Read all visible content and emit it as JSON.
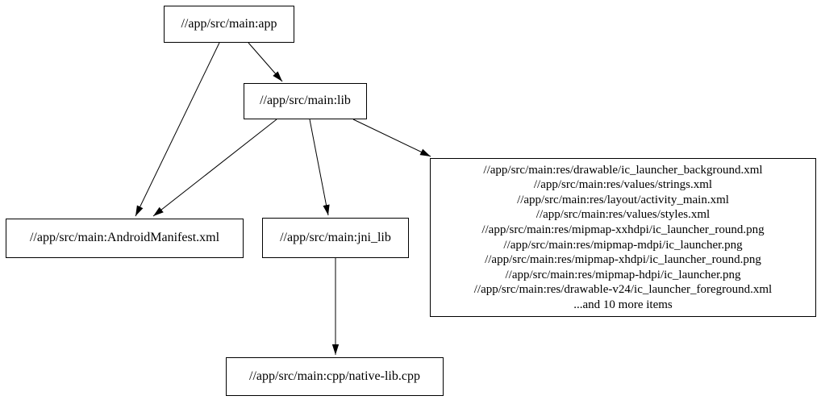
{
  "diagram": {
    "type": "dependency-graph",
    "background_color": "#ffffff",
    "node_border_color": "#000000",
    "text_color": "#000000",
    "edge_color": "#000000"
  },
  "nodes": {
    "app": {
      "label": "//app/src/main:app"
    },
    "lib": {
      "label": "//app/src/main:lib"
    },
    "android_manifest": {
      "label": "//app/src/main:AndroidManifest.xml"
    },
    "jni_lib": {
      "label": "//app/src/main:jni_lib"
    },
    "resources": {
      "lines": [
        "//app/src/main:res/drawable/ic_launcher_background.xml",
        "//app/src/main:res/values/strings.xml",
        "//app/src/main:res/layout/activity_main.xml",
        "//app/src/main:res/values/styles.xml",
        "//app/src/main:res/mipmap-xxhdpi/ic_launcher_round.png",
        "//app/src/main:res/mipmap-mdpi/ic_launcher.png",
        "//app/src/main:res/mipmap-xhdpi/ic_launcher_round.png",
        "//app/src/main:res/mipmap-hdpi/ic_launcher.png",
        "//app/src/main:res/drawable-v24/ic_launcher_foreground.xml",
        "...and 10 more items"
      ]
    },
    "native_lib_cpp": {
      "label": "//app/src/main:cpp/native-lib.cpp"
    }
  },
  "edges": [
    {
      "from": "app",
      "to": "lib"
    },
    {
      "from": "app",
      "to": "android_manifest"
    },
    {
      "from": "lib",
      "to": "android_manifest"
    },
    {
      "from": "lib",
      "to": "jni_lib"
    },
    {
      "from": "lib",
      "to": "resources"
    },
    {
      "from": "jni_lib",
      "to": "native_lib_cpp"
    }
  ]
}
